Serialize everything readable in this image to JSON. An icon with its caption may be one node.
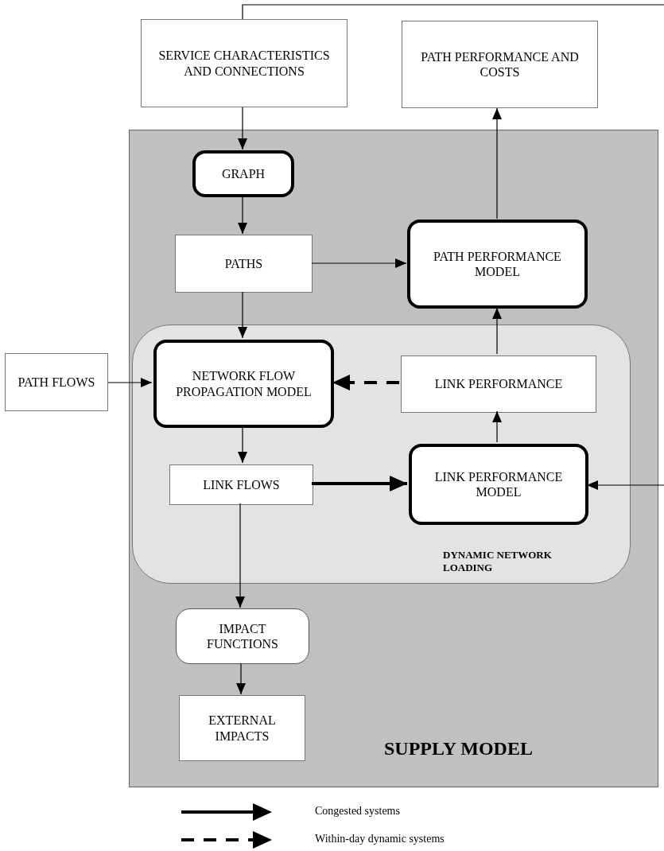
{
  "diagram": {
    "nodes": [
      {
        "text": [
          "SERVICE CHARACTERISTICS AND CONNECTIONS"
        ]
      },
      {
        "text": [
          "PATH PERFORMANCE AND COSTS"
        ]
      },
      {
        "text": [
          "SUPPLY MODEL"
        ]
      },
      {
        "text": [
          "GRAPH"
        ],
        "in": 2
      },
      {
        "text": [
          "PATHS"
        ],
        "in": 2
      },
      {
        "text": [
          "PATH PERFORMANCE MODEL"
        ],
        "in": 2
      },
      {
        "text": [
          "PATH FLOWS"
        ]
      },
      {
        "text": [
          "DYNAMIC NETWORK LOADING"
        ],
        "in": 2
      },
      {
        "text": [
          "NETWORK FLOW PROPAGATION MODEL"
        ],
        "in": 7
      },
      {
        "text": [
          "LINK PERFORMANCE"
        ],
        "in": 7
      },
      {
        "text": [
          "LINK FLOWS"
        ],
        "in": 7
      },
      {
        "text": [
          "LINK PERFORMANCE MODEL"
        ],
        "in": 7
      },
      {
        "text": [
          "IMPACT FUNCTIONS"
        ],
        "in": 2
      },
      {
        "text": [
          "EXTERNAL IMPACTS"
        ],
        "in": 2
      }
    ],
    "edges": [
      {
        "from": 0,
        "to": 3,
        "arrow": "to"
      },
      {
        "from": 3,
        "to": 4,
        "arrow": "to"
      },
      {
        "from": 4,
        "to": 5,
        "arrow": "to"
      },
      {
        "from": 5,
        "to": 1,
        "arrow": "to"
      },
      {
        "from": 4,
        "to": 8,
        "arrow": "to"
      },
      {
        "from": 6,
        "to": 8,
        "arrow": "to"
      },
      {
        "from": 9,
        "to": 8,
        "arrow": "to",
        "style": "dashed"
      },
      {
        "from": 11,
        "to": 9,
        "arrow": "to"
      },
      {
        "from": 9,
        "to": 5,
        "arrow": "to"
      },
      {
        "from": 8,
        "to": 10,
        "arrow": "to"
      },
      {
        "from": 10,
        "to": 11,
        "arrow": "to",
        "style": "thick"
      },
      {
        "from": 10,
        "to": 12,
        "arrow": "to"
      },
      {
        "from": 12,
        "to": 13,
        "arrow": "to"
      },
      {
        "from": 0,
        "to": null,
        "arrow": "none"
      },
      {
        "from": null,
        "to": 11,
        "arrow": "to"
      }
    ],
    "legend": [
      {
        "text": "Congested systems"
      },
      {
        "text": "Within-day dynamic systems"
      }
    ]
  }
}
